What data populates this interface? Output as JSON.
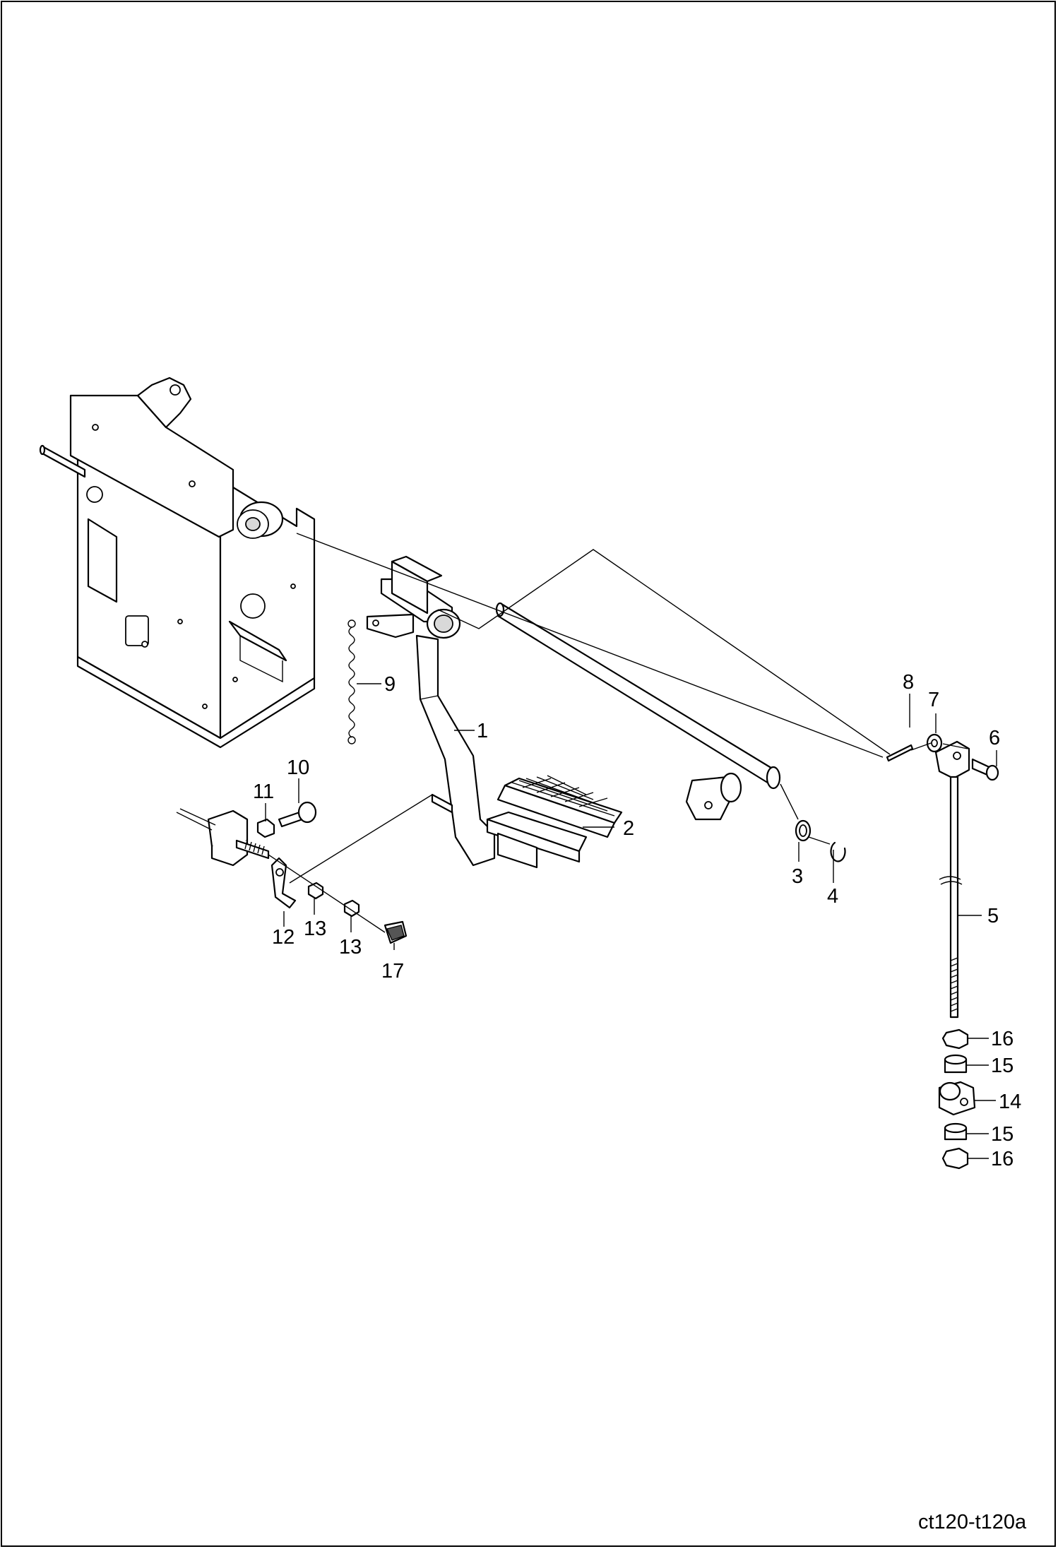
{
  "drawing": {
    "reference": "ct120-t120a"
  },
  "callouts": [
    {
      "id": "c1",
      "label": "1"
    },
    {
      "id": "c2",
      "label": "2"
    },
    {
      "id": "c3",
      "label": "3"
    },
    {
      "id": "c4",
      "label": "4"
    },
    {
      "id": "c5",
      "label": "5"
    },
    {
      "id": "c6",
      "label": "6"
    },
    {
      "id": "c7",
      "label": "7"
    },
    {
      "id": "c8",
      "label": "8"
    },
    {
      "id": "c9",
      "label": "9"
    },
    {
      "id": "c10",
      "label": "10"
    },
    {
      "id": "c11",
      "label": "11"
    },
    {
      "id": "c12",
      "label": "12"
    },
    {
      "id": "c13a",
      "label": "13"
    },
    {
      "id": "c13b",
      "label": "13"
    },
    {
      "id": "c14",
      "label": "14"
    },
    {
      "id": "c15a",
      "label": "15"
    },
    {
      "id": "c15b",
      "label": "15"
    },
    {
      "id": "c16a",
      "label": "16"
    },
    {
      "id": "c16b",
      "label": "16"
    },
    {
      "id": "c17",
      "label": "17"
    }
  ]
}
